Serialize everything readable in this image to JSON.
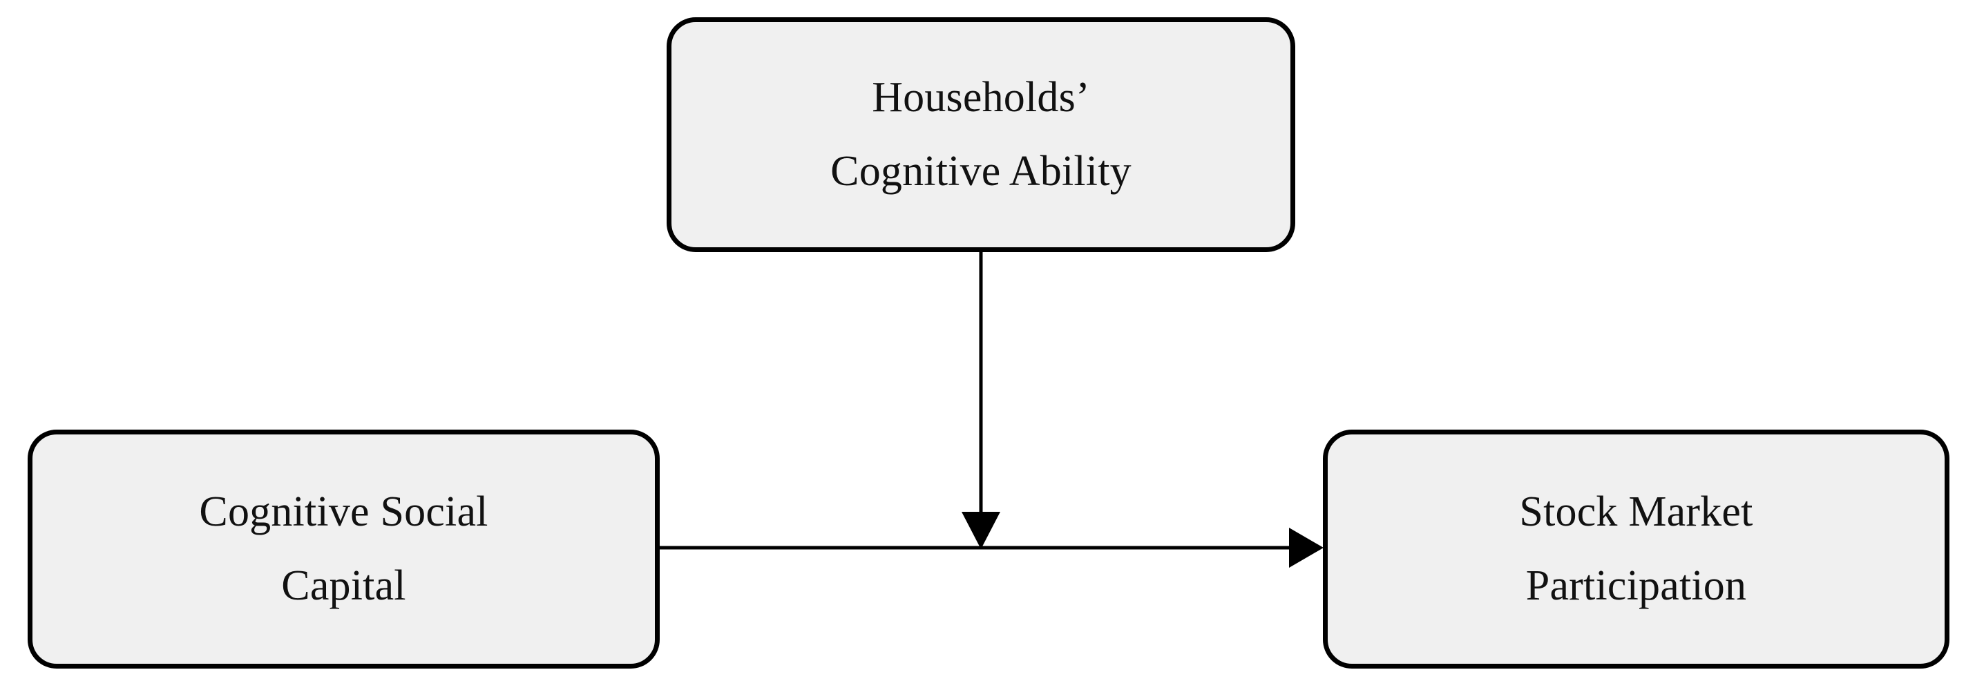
{
  "diagram": {
    "type": "conceptual-moderation-model",
    "background_color": "#FFFFFF",
    "node_fill_color": "#F0F0F0",
    "node_border_color": "#000000",
    "connector_color": "#000000",
    "nodes": [
      {
        "id": "moderator",
        "role": "moderator",
        "label": "Households’\nCognitive Ability",
        "line1": "Households’",
        "line2": "Cognitive Ability"
      },
      {
        "id": "independent",
        "role": "independent-variable",
        "label": "Cognitive Social\nCapital",
        "line1": "Cognitive Social",
        "line2": "Capital"
      },
      {
        "id": "dependent",
        "role": "dependent-variable",
        "label": "Stock Market\nParticipation",
        "line1": "Stock Market",
        "line2": "Participation"
      }
    ],
    "edges": [
      {
        "id": "main-effect",
        "from": "independent",
        "to": "dependent",
        "orientation": "horizontal",
        "arrowhead": "solid-triangle-right",
        "label": ""
      },
      {
        "id": "moderation-effect",
        "from": "moderator",
        "to": "main-effect",
        "orientation": "vertical",
        "arrowhead": "solid-triangle-down",
        "label": ""
      }
    ]
  }
}
